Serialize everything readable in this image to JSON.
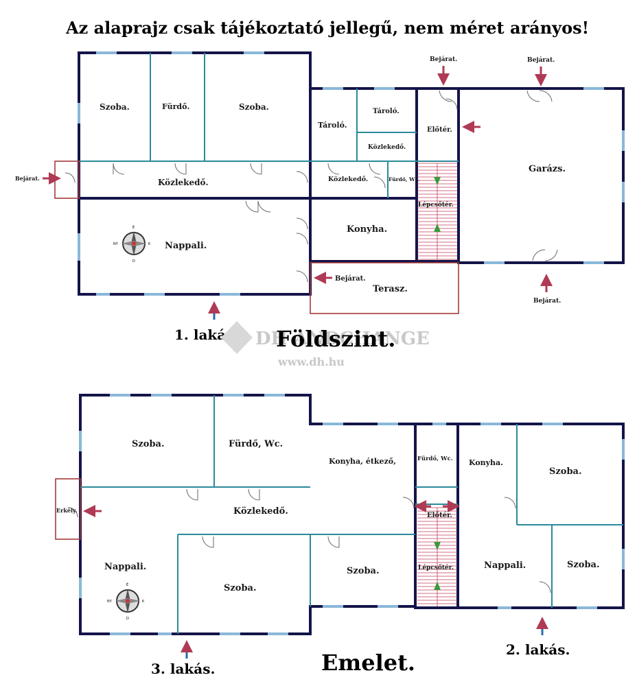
{
  "header": {
    "disclaimer": "Az alaprajz csak tájékoztató jellegű, nem méret arányos!"
  },
  "colors": {
    "outer_wall": "#14144a",
    "inner_wall": "#2a8a9a",
    "extension_wall": "#a33a3a",
    "entrance_arrow": "#b03a55",
    "unit_arrow": "#2a6aa8",
    "stair_arrow": "#3a9a3a"
  },
  "watermark": {
    "brand": "DH ANDCHANGE",
    "url": "www.dh.hu"
  },
  "ground_floor": {
    "title": "Földszint.",
    "unit_label": "1. lakás",
    "rooms": {
      "szoba_left": "Szoba.",
      "furdo": "Fürdő.",
      "szoba_right": "Szoba.",
      "kozlekedo_main": "Közlekedő.",
      "nappali": "Nappali.",
      "tarolo_left": "Tároló.",
      "tarolo_top": "Tároló.",
      "kozlekedo_small": "Közlekedő.",
      "kozlekedo_mid": "Közlekedő.",
      "furdo_wc": "Fürdő, Wc.",
      "konyha": "Konyha.",
      "eloter": "Előtér.",
      "lepcsoter": "Lépcsőtér.",
      "garazs": "Garázs.",
      "terasz": "Terasz."
    },
    "entrances": {
      "left": "Bejárat.",
      "top_a": "Bejárat.",
      "top_b": "Bejárat.",
      "terasz": "Bejárat.",
      "bottom": "Bejárat."
    }
  },
  "upper_floor": {
    "title": "Emelet.",
    "unit3_label": "3. lakás.",
    "unit2_label": "2. lakás.",
    "rooms": {
      "szoba_tl": "Szoba.",
      "furdo_wc_left": "Fürdő, Wc.",
      "konyha_etkezo": "Konyha, étkező,",
      "erkely": "Erkély.",
      "kozlekedo": "Közlekedő.",
      "nappali_left": "Nappali.",
      "szoba_center": "Szoba.",
      "szoba_mid": "Szoba.",
      "furdo_wc_right": "Fürdő, Wc.",
      "eloter": "Előtér.",
      "lepcsoter": "Lépcsőtér.",
      "konyha_right": "Konyha.",
      "nappali_right": "Nappali.",
      "szoba_tr": "Szoba.",
      "szoba_br": "Szoba."
    }
  },
  "compass": {
    "north": "É",
    "south": "D",
    "east": "K",
    "west": "NY"
  }
}
